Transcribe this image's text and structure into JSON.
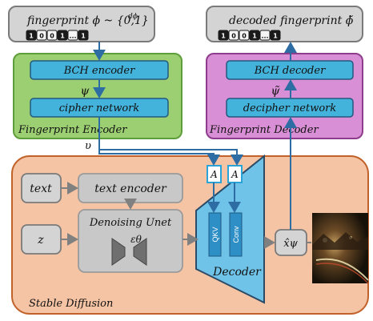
{
  "top_left": {
    "label": "fingerprint ϕ ~ {0,1}",
    "superscript": "dϕ",
    "bits": [
      "1",
      "0",
      "0",
      "1",
      "...",
      "1"
    ]
  },
  "top_right": {
    "label": "decoded fingerprint ϕ̃",
    "bits": [
      "1",
      "0",
      "0",
      "1",
      "...",
      "1"
    ]
  },
  "encoder": {
    "title": "Fingerprint Encoder",
    "bch": "BCH encoder",
    "psi": "ψ",
    "cipher": "cipher network",
    "upsilon": "υ"
  },
  "decoder": {
    "title": "Fingerprint Decoder",
    "bch": "BCH decoder",
    "psi_tilde": "ψ̃",
    "decipher": "decipher network"
  },
  "sd": {
    "title": "Stable Diffusion",
    "text": "text",
    "text_encoder": "text encoder",
    "z": "z",
    "unet": "Denoising Unet",
    "eps": "εθ",
    "a1": "A",
    "a2": "A",
    "qkv": "QKV",
    "conv": "Conv",
    "vae_decoder": "Decoder",
    "x_hat": "x̂ψ"
  },
  "colors": {
    "gray_box": "#d4d4d4",
    "green_panel": "#9ccf72",
    "magenta_panel": "#d98fd5",
    "blue_box": "#44b3dc",
    "salmon_panel": "#f5c4a5",
    "arrow": "#2e6da4"
  }
}
